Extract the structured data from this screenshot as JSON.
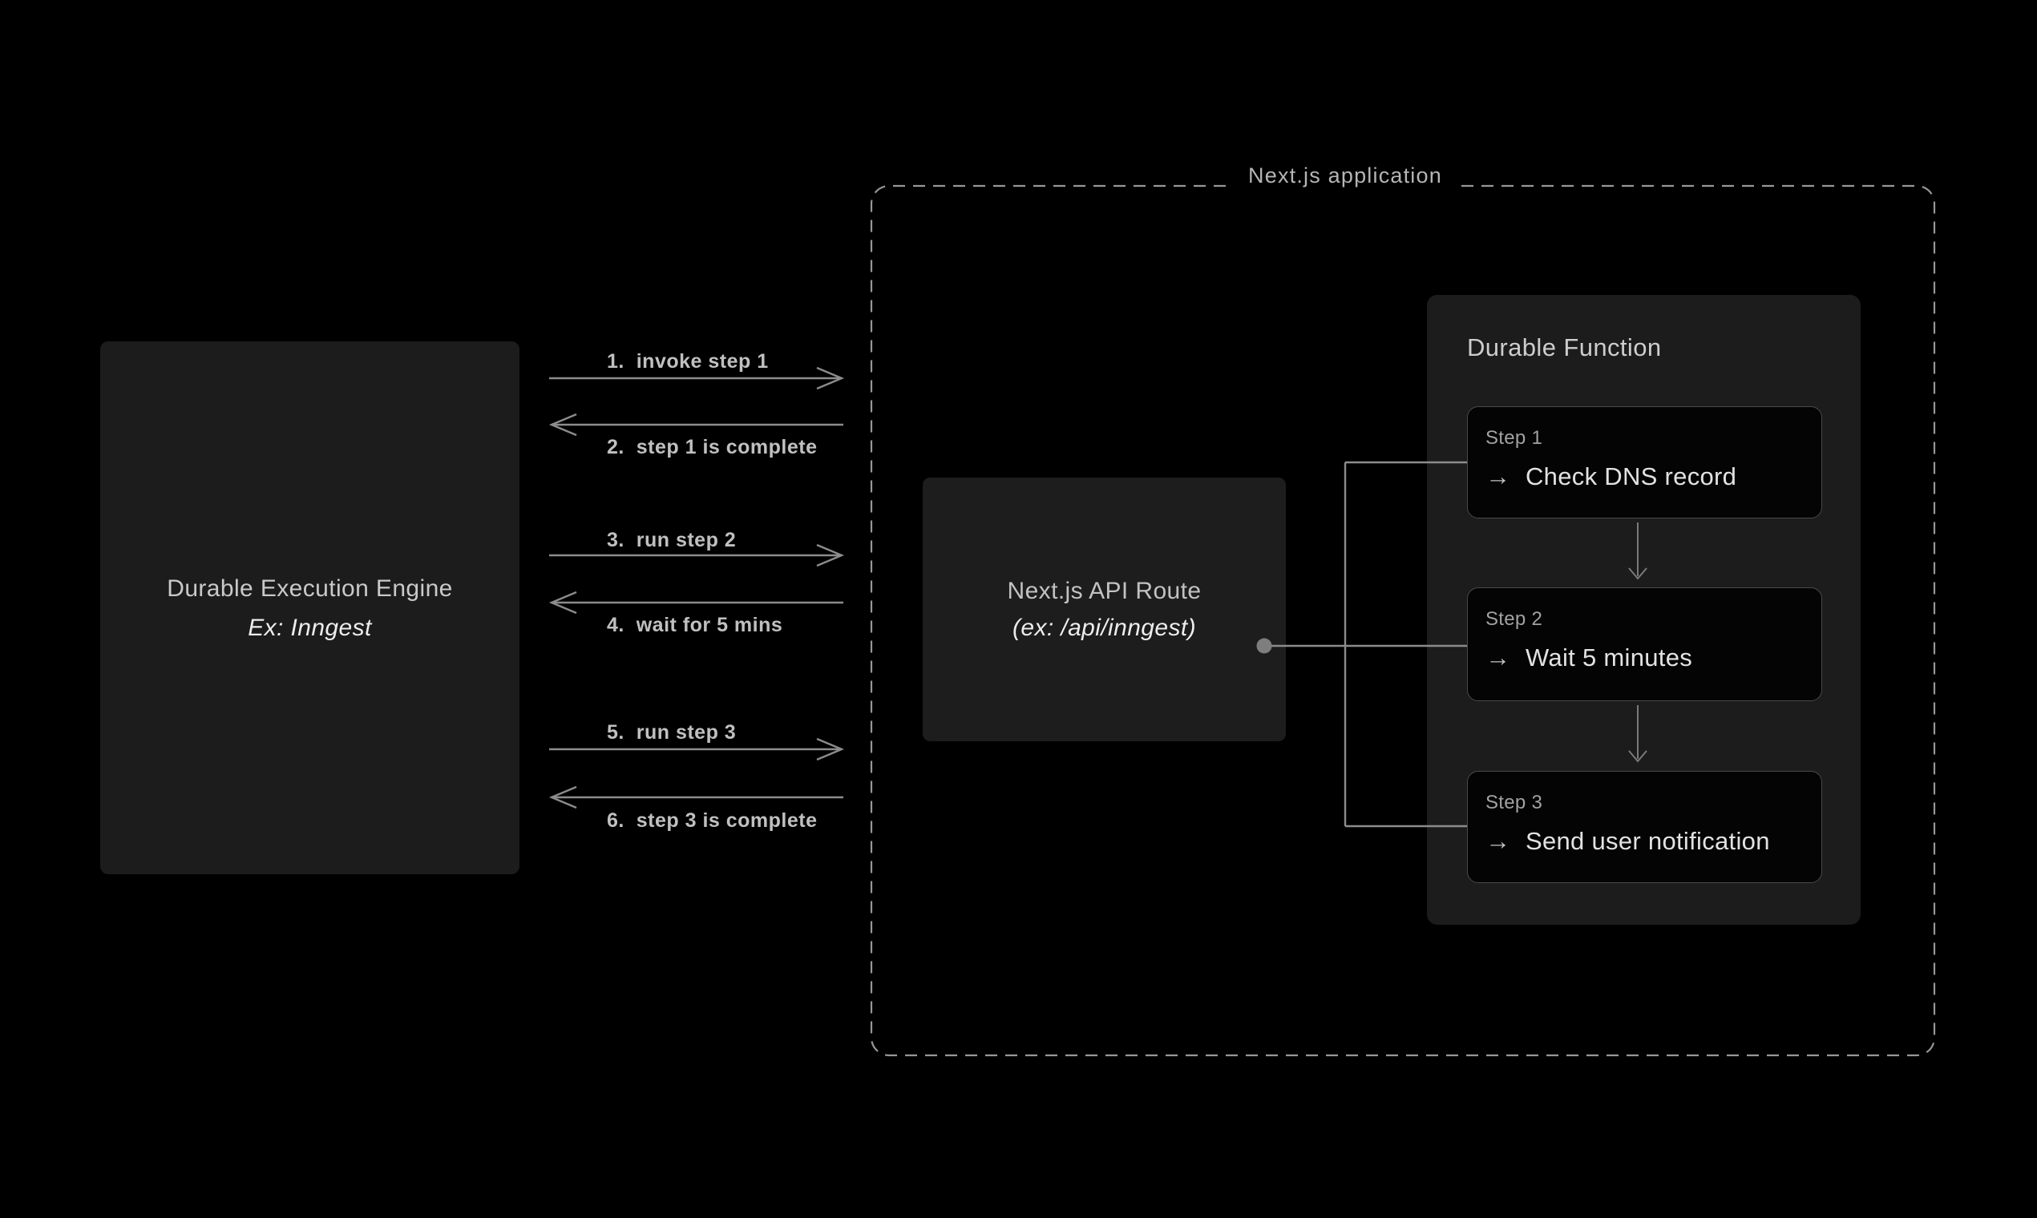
{
  "engine_box": {
    "title": "Durable Execution Engine",
    "subtitle": "Ex: Inngest"
  },
  "sequence_labels": [
    {
      "text": "1.  invoke step 1",
      "direction": "right"
    },
    {
      "text": "2.  step 1 is complete",
      "direction": "left"
    },
    {
      "text": "3.  run step 2",
      "direction": "right"
    },
    {
      "text": "4.  wait for 5 mins",
      "direction": "left"
    },
    {
      "text": "5.  run step 3",
      "direction": "right"
    },
    {
      "text": "6.  step 3 is complete",
      "direction": "left"
    }
  ],
  "app_container": {
    "label": "Next.js application"
  },
  "api_box": {
    "title": "Next.js API Route",
    "subtitle": "(ex: /api/inngest)"
  },
  "durable_function": {
    "title": "Durable Function",
    "arrow_glyph": "→",
    "steps": [
      {
        "label": "Step 1",
        "action": "Check DNS record"
      },
      {
        "label": "Step 2",
        "action": "Wait 5 minutes"
      },
      {
        "label": "Step 3",
        "action": "Send user notification"
      }
    ]
  },
  "colors": {
    "background": "#000000",
    "panel_fill": "#1c1c1c",
    "card_fill": "#040404",
    "card_border": "#4a4a4a",
    "connector_line": "#8c8c8c",
    "dashed_border": "#979797",
    "text_bright": "#ededed",
    "text_muted": "#a2a2a2"
  }
}
